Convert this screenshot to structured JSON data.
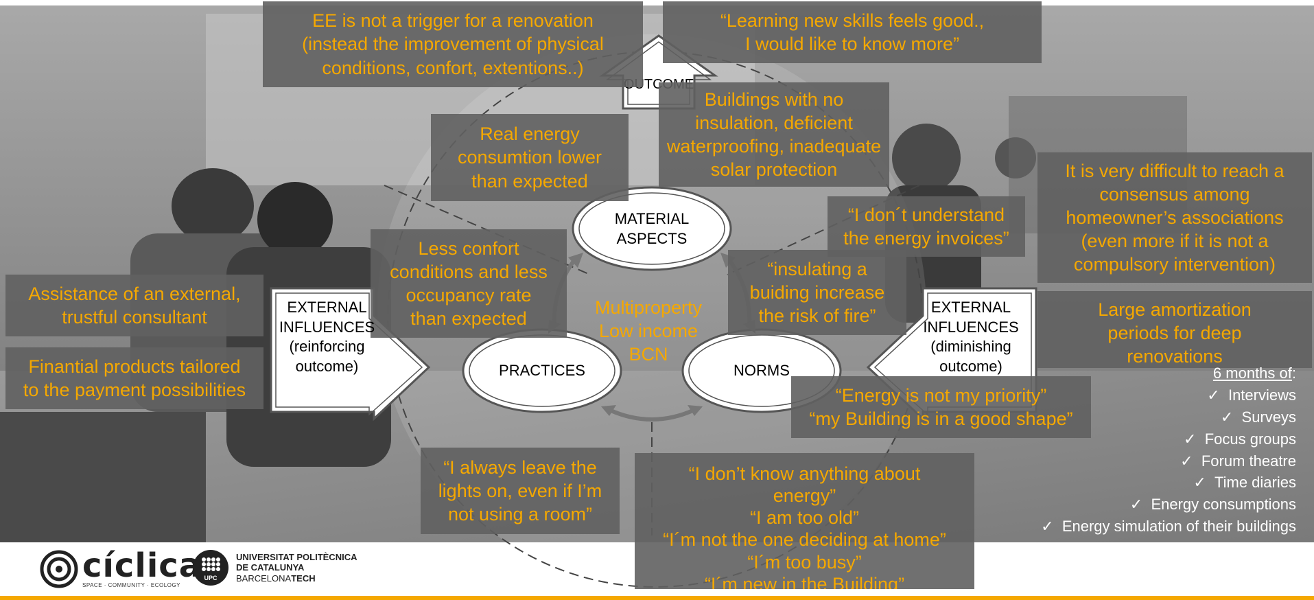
{
  "colors": {
    "accent": "#f5a800",
    "box_bg": "#606060",
    "footer_bar": "#f5a800"
  },
  "top_boxes": {
    "ee": [
      "EE is not a trigger for a renovation",
      "(instead the improvement of physical",
      "conditions, confort, extentions..)"
    ],
    "skills": [
      "“Learning new skills feels good.,",
      "I would like to know more”"
    ]
  },
  "outcome": "OUTCOME",
  "material_boxes": {
    "real_energy": [
      "Real energy",
      "consumtion lower",
      "than expected"
    ],
    "buildings": [
      "Buildings with no",
      "insulation, deficient",
      "waterproofing, inadequate",
      "solar protection"
    ]
  },
  "practice_boxes": {
    "less_confort": [
      "Less confort",
      "conditions and less",
      "occupancy rate",
      "than expected"
    ],
    "lights": [
      "“I always leave the",
      "lights on, even if I’m",
      "not using a room”"
    ]
  },
  "norm_boxes": {
    "invoices": [
      "“I don´t understand",
      "the energy invoices”"
    ],
    "insulating": [
      "“insulating a",
      "buiding increase",
      "the risk of fire”"
    ],
    "priority": [
      "“Energy is not my priority”",
      "“my Building is in a good shape”"
    ],
    "dont_know": [
      "“I don’t know anything about",
      "energy”",
      "“I am too old”",
      "“I´m not the one deciding at home”",
      "“I´m too busy”",
      "“I´m new in the Building”"
    ]
  },
  "diagram": {
    "material": [
      "MATERIAL",
      "ASPECTS"
    ],
    "practices": "PRACTICES",
    "norms": "NORMS",
    "center": [
      "Multiproperty",
      "Low income",
      "BCN"
    ],
    "ext_left": [
      "EXTERNAL",
      "INFLUENCES",
      "(reinforcing",
      "outcome)"
    ],
    "ext_right": [
      "EXTERNAL",
      "INFLUENCES",
      "(diminishing",
      "outcome)"
    ]
  },
  "left_boxes": {
    "assistance": [
      "Assistance of an external,",
      "trustful consultant"
    ],
    "financial": [
      "Finantial products tailored",
      "to the payment possibilities"
    ]
  },
  "right_boxes": {
    "consensus": [
      "It is very difficult to reach a",
      "consensus among",
      "homeowner’s associations",
      "(even more if it is not a",
      "compulsory intervention)"
    ],
    "amortization": [
      "Large amortization",
      "periods for deep",
      "renovations"
    ]
  },
  "methods": {
    "heading": "6 months of",
    "heading_suffix": ":",
    "items": [
      "Interviews",
      "Surveys",
      "Focus groups",
      "Forum theatre",
      "Time diaries",
      "Energy consumptions",
      "Energy simulation of their buildings"
    ]
  },
  "logos": {
    "ciclica": {
      "word": "cíclica",
      "tagline": "SPACE · COMMUNITY · ECOLOGY"
    },
    "upc": {
      "badge": "UPC",
      "lines": [
        "UNIVERSITAT POLITÈCNICA",
        "DE CATALUNYA",
        "BARCELONA",
        "TECH"
      ]
    }
  }
}
